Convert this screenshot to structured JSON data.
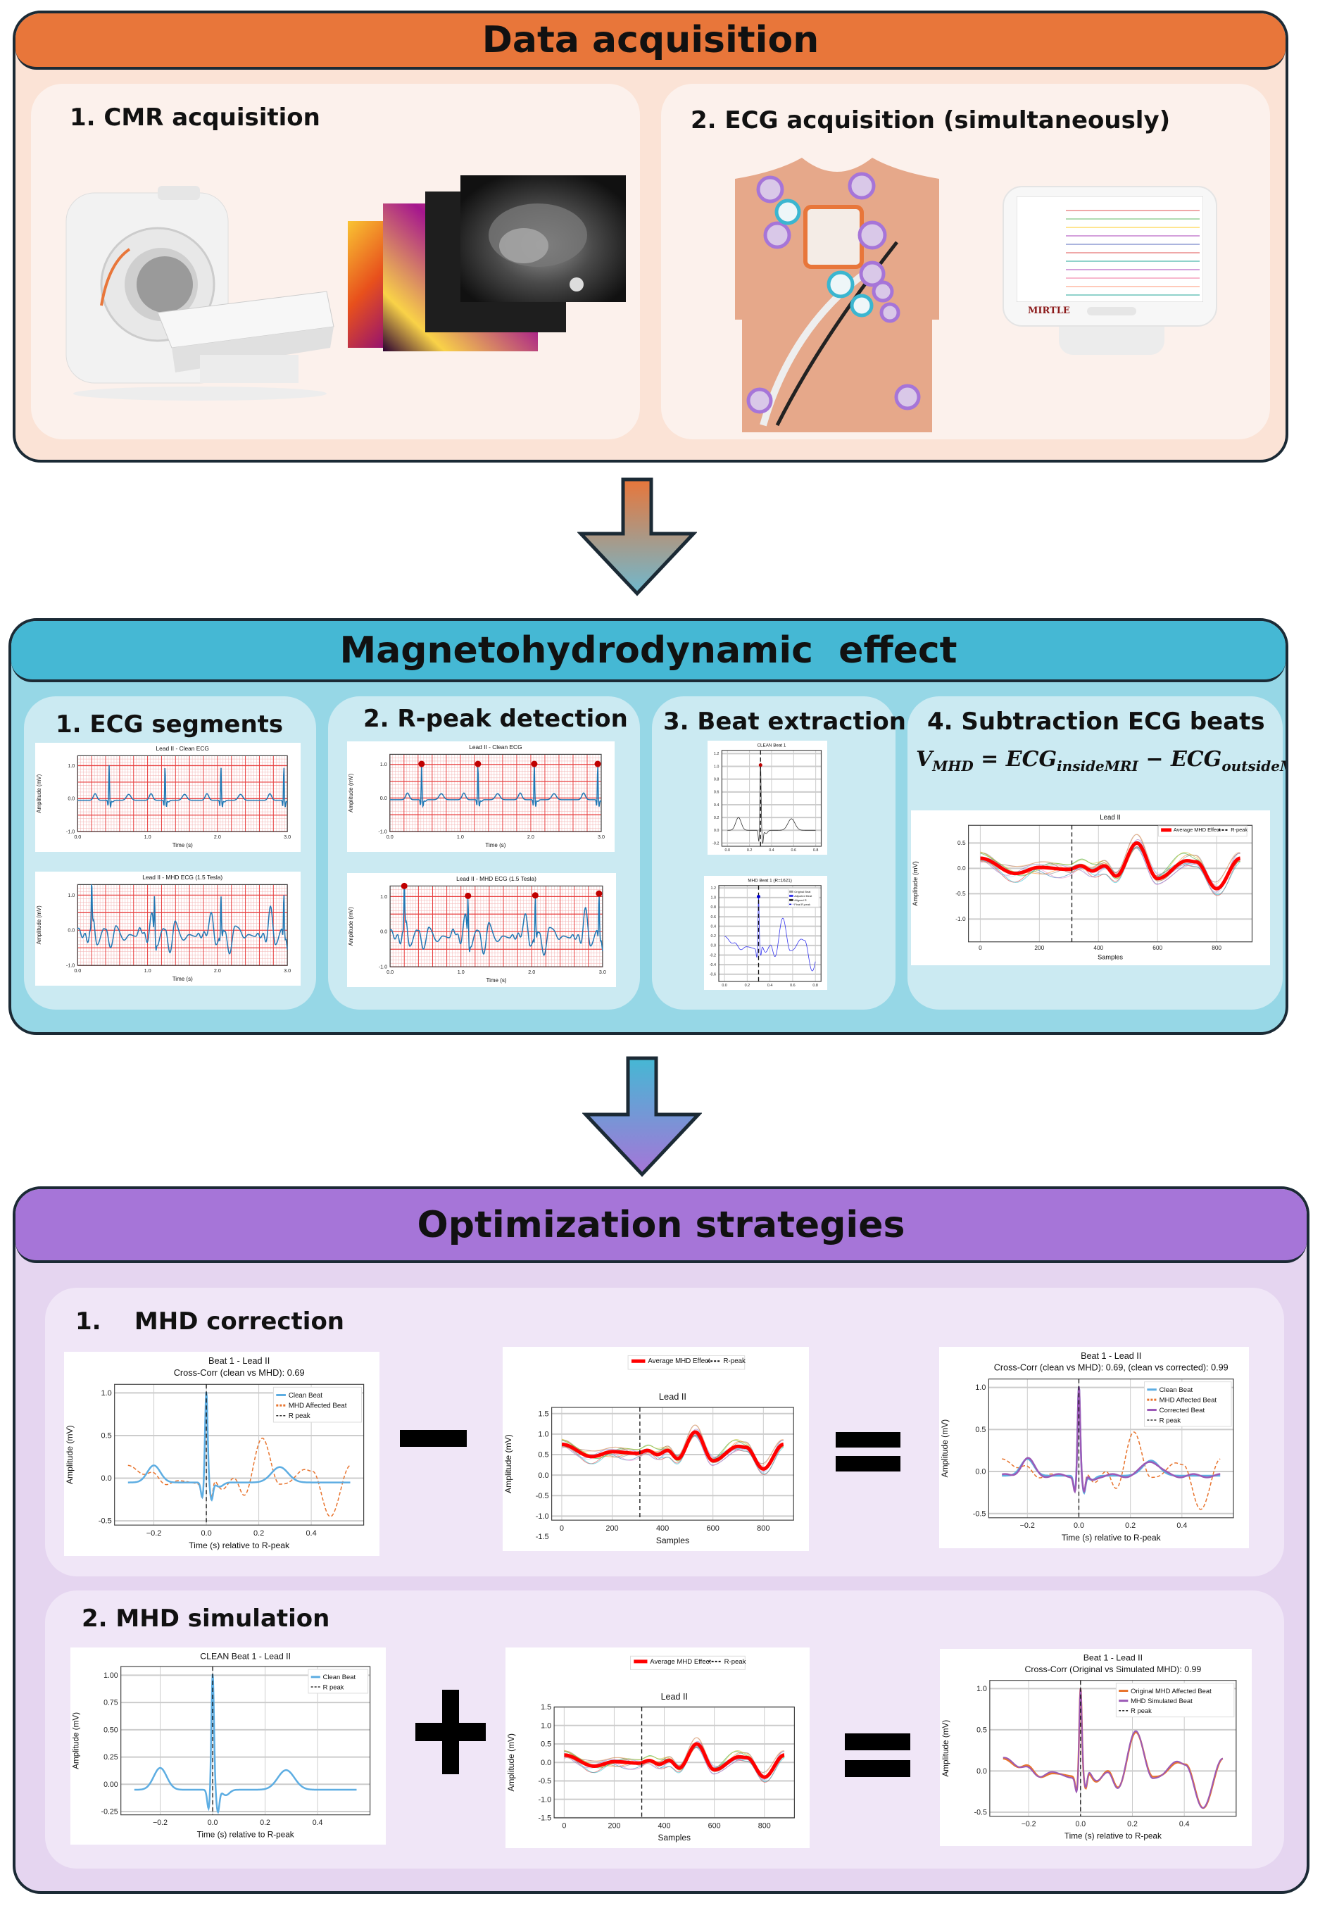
{
  "sections": {
    "acquisition": {
      "title": "Data acquisition",
      "panel1_title": "1. CMR acquisition",
      "panel2_title": "2. ECG acquisition (simultaneously)",
      "monitor_logo": "MIRTLE",
      "colors": {
        "header": "#E8763A",
        "body": "#FBE3D6",
        "panel": "#FCF1EC"
      }
    },
    "mhd": {
      "title": "Magnetohydrodynamic  effect",
      "panels": [
        "1. ECG segments",
        "2. R-peak detection",
        "3. Beat extraction",
        "4. Subtraction ECG beats"
      ],
      "formula": {
        "lhs": "V",
        "lhs_sub": "MHD",
        "eq": " = ",
        "t1": "ECG",
        "t1_sub": "insideMRI",
        "minus": " − ",
        "t2": "ECG",
        "t2_sub": "outsideMRI"
      },
      "colors": {
        "header": "#45B8D4",
        "body": "#96D7E6",
        "panel": "#CBEAF2"
      }
    },
    "optimization": {
      "title": "Optimization strategies",
      "row1_title": "1.    MHD correction",
      "row2_title": "2. MHD simulation",
      "colors": {
        "header": "#A675D8",
        "body": "#E5D5F0",
        "panel": "#F0E6F7"
      }
    }
  },
  "chart_data": [
    {
      "id": "ecg-clean",
      "type": "line",
      "titles": [
        "Lead II - Clean ECG"
      ],
      "xlabel": "Time (s)",
      "ylabel": "Amplitude (mV)",
      "xlim": [
        0,
        3
      ],
      "ylim": [
        -1,
        1.3
      ],
      "xticks": [
        0,
        1,
        2,
        3
      ],
      "xticklabels": [
        "0.0",
        "1.0",
        "2.0",
        "3.0"
      ],
      "yticks": [
        -1,
        0,
        1
      ],
      "yticklabels": [
        "-1.0",
        "0.0",
        "1.0"
      ],
      "grid": "ecg",
      "series": [
        {
          "kind": "strip_clean",
          "color": "#1f77b4"
        }
      ]
    },
    {
      "id": "ecg-mhd",
      "type": "line",
      "titles": [
        "Lead II - MHD ECG (1.5 Tesla)"
      ],
      "xlabel": "Time (s)",
      "ylabel": "Amplitude (mV)",
      "xlim": [
        0,
        3
      ],
      "ylim": [
        -1,
        1.3
      ],
      "xticks": [
        0,
        1,
        2,
        3
      ],
      "xticklabels": [
        "0.0",
        "1.0",
        "2.0",
        "3.0"
      ],
      "yticks": [
        -1,
        0,
        1
      ],
      "yticklabels": [
        "-1.0",
        "0.0",
        "1.0"
      ],
      "grid": "ecg",
      "series": [
        {
          "kind": "strip_mhd",
          "color": "#1f77b4"
        }
      ]
    },
    {
      "id": "rpeak-clean",
      "type": "line",
      "titles": [
        "Lead II - Clean ECG"
      ],
      "xlabel": "Time (s)",
      "ylabel": "Amplitude (mV)",
      "xlim": [
        0,
        3
      ],
      "ylim": [
        -1,
        1.3
      ],
      "xticks": [
        0,
        1,
        2,
        3
      ],
      "xticklabels": [
        "0.0",
        "1.0",
        "2.0",
        "3.0"
      ],
      "yticks": [
        -1,
        0,
        1
      ],
      "yticklabels": [
        "-1.0",
        "0.0",
        "1.0"
      ],
      "grid": "ecg",
      "series": [
        {
          "kind": "strip_clean",
          "color": "#1f77b4"
        }
      ],
      "peaks": "clean"
    },
    {
      "id": "rpeak-mhd",
      "type": "line",
      "titles": [
        "Lead II - MHD ECG (1.5 Tesla)"
      ],
      "xlabel": "Time (s)",
      "ylabel": "Amplitude (mV)",
      "xlim": [
        0,
        3
      ],
      "ylim": [
        -1,
        1.3
      ],
      "xticks": [
        0,
        1,
        2,
        3
      ],
      "xticklabels": [
        "0.0",
        "1.0",
        "2.0",
        "3.0"
      ],
      "yticks": [
        -1,
        0,
        1
      ],
      "yticklabels": [
        "-1.0",
        "0.0",
        "1.0"
      ],
      "grid": "ecg",
      "series": [
        {
          "kind": "strip_mhd",
          "color": "#1f77b4"
        }
      ],
      "peaks": "mhd"
    },
    {
      "id": "beat-clean-small",
      "type": "line",
      "titles": [
        "CLEAN Beat 1"
      ],
      "xlabel": "",
      "ylabel": "",
      "xlim": [
        -0.05,
        0.85
      ],
      "ylim": [
        -0.25,
        1.25
      ],
      "xticks": [
        0,
        0.2,
        0.4,
        0.6,
        0.8
      ],
      "xticklabels": [
        "0.0",
        "0.2",
        "0.4",
        "0.6",
        "0.8"
      ],
      "yticks": [
        -0.2,
        0,
        0.2,
        0.4,
        0.6,
        0.8,
        1.0,
        1.2
      ],
      "yticklabels": [
        "-0.2",
        "0.0",
        "0.2",
        "0.4",
        "0.6",
        "0.8",
        "1.0",
        "1.2"
      ],
      "grid": "plain",
      "small": true,
      "series": [
        {
          "kind": "beat_clean_shift",
          "color": "#333"
        }
      ],
      "rpeak": 0.3,
      "dot": {
        "x": 0.3,
        "color": "#c00000"
      }
    },
    {
      "id": "beat-mhd-small",
      "type": "line",
      "titles": [
        "MHD Beat 1 (R=1621)"
      ],
      "xlabel": "",
      "ylabel": "",
      "xlim": [
        -0.05,
        0.85
      ],
      "ylim": [
        -0.75,
        1.25
      ],
      "xticks": [
        0,
        0.2,
        0.4,
        0.6,
        0.8
      ],
      "xticklabels": [
        "0.0",
        "0.2",
        "0.4",
        "0.6",
        "0.8"
      ],
      "yticks": [
        -0.6,
        -0.4,
        -0.2,
        0,
        0.2,
        0.4,
        0.6,
        0.8,
        1.0,
        1.2
      ],
      "yticklabels": [
        "-0.6",
        "-0.4",
        "-0.2",
        "0.0",
        "0.2",
        "0.4",
        "0.6",
        "0.8",
        "1.0",
        "1.2"
      ],
      "grid": "plain",
      "small": true,
      "series": [
        {
          "kind": "beat_mhd_shift",
          "color": "#3333ee"
        }
      ],
      "rpeak": 0.3,
      "dot": {
        "x": 0.3,
        "color": "#0000cc"
      },
      "legend": [
        "Original Beat",
        "Adjusted Beat",
        "Aligned R",
        "Final R-peak"
      ]
    },
    {
      "id": "mhd-average",
      "type": "line",
      "titles": [
        "Lead II"
      ],
      "xlabel": "Samples",
      "ylabel": "Amplitude (mV)",
      "xlim": [
        -40,
        920
      ],
      "ylim": [
        -1.45,
        0.85
      ],
      "xticks": [
        0,
        200,
        400,
        600,
        800
      ],
      "xticklabels": [
        "0",
        "200",
        "400",
        "600",
        "800"
      ],
      "yticks": [
        -1,
        -0.5,
        0,
        0.5
      ],
      "yticklabels": [
        "-1.0",
        "-0.5",
        "0.0",
        "0.5"
      ],
      "grid": "plain",
      "series": [
        {
          "kind": "traces",
          "offset": 0
        },
        {
          "kind": "mhd_avg",
          "color": "#ff0000",
          "width": 5,
          "offset": 0,
          "name": "Average MHD Effect"
        }
      ],
      "rpeak": 310,
      "legend": [
        "Average MHD Effect",
        "R-peak"
      ],
      "legend_row": true
    },
    {
      "id": "beat-clean-vs-mhd",
      "type": "line",
      "titles": [
        "Beat 1 - Lead II",
        "Cross-Corr (clean vs MHD): 0.69"
      ],
      "xlabel": "Time (s) relative to R-peak",
      "ylabel": "Amplitude (mV)",
      "xlim": [
        -0.35,
        0.6
      ],
      "ylim": [
        -0.55,
        1.1
      ],
      "xticks": [
        -0.2,
        0,
        0.2,
        0.4
      ],
      "xticklabels": [
        "−0.2",
        "0.0",
        "0.2",
        "0.4"
      ],
      "yticks": [
        -0.5,
        0,
        0.5,
        1.0
      ],
      "yticklabels": [
        "-0.5",
        "0.0",
        "0.5",
        "1.0"
      ],
      "grid": "plain",
      "series": [
        {
          "kind": "beat_mhd",
          "color": "#E8742E",
          "dash": true
        },
        {
          "kind": "beat_clean",
          "color": "#5DADE2",
          "width": 2.5
        }
      ],
      "rpeak": 0,
      "legend": [
        "Clean Beat",
        "MHD Affected Beat",
        "R peak"
      ],
      "legend_colors": [
        "#5DADE2",
        "#E8742E",
        "#333"
      ]
    },
    {
      "id": "mhd-average-offset",
      "type": "line",
      "titles": [
        "Lead II"
      ],
      "xlabel": "Samples",
      "ylabel": "Amplitude (mV)",
      "xlim": [
        -40,
        920
      ],
      "ylim": [
        -1.1,
        1.65
      ],
      "xticks": [
        0,
        200,
        400,
        600,
        800
      ],
      "xticklabels": [
        "0",
        "200",
        "400",
        "600",
        "800"
      ],
      "yticks": [
        -1,
        -0.5,
        0,
        0.5,
        1.0,
        1.5
      ],
      "yticklabels": [
        "-1.0",
        "-0.5",
        "0.0",
        "0.5",
        "1.0",
        "1.5"
      ],
      "extra_label": "-1.5",
      "grid": "plain",
      "series": [
        {
          "kind": "traces",
          "offset": 0.55
        },
        {
          "kind": "mhd_avg",
          "color": "#ff0000",
          "width": 5,
          "offset": 0.55
        }
      ],
      "rpeak": 310,
      "legend": [
        "Average MHD Effect",
        "R-peak"
      ],
      "legend_row": true,
      "legend_outside": true
    },
    {
      "id": "beat-corrected",
      "type": "line",
      "titles": [
        "Beat 1 - Lead II",
        "Cross-Corr (clean vs MHD): 0.69, (clean vs corrected): 0.99"
      ],
      "xlabel": "Time (s) relative to R-peak",
      "ylabel": "Amplitude (mV)",
      "xlim": [
        -0.35,
        0.6
      ],
      "ylim": [
        -0.55,
        1.1
      ],
      "xticks": [
        -0.2,
        0,
        0.2,
        0.4
      ],
      "xticklabels": [
        "−0.2",
        "0.0",
        "0.2",
        "0.4"
      ],
      "yticks": [
        -0.5,
        0,
        0.5,
        1.0
      ],
      "yticklabels": [
        "-0.5",
        "0.0",
        "0.5",
        "1.0"
      ],
      "grid": "plain",
      "series": [
        {
          "kind": "beat_mhd",
          "color": "#E8742E",
          "dash": true
        },
        {
          "kind": "beat_clean",
          "color": "#5DADE2",
          "width": 2.5
        },
        {
          "kind": "beat_corrected",
          "color": "#9B59B6",
          "width": 2.5
        }
      ],
      "rpeak": 0,
      "legend": [
        "Clean Beat",
        "MHD Affected Beat",
        "Corrected Beat",
        "R peak"
      ],
      "legend_colors": [
        "#5DADE2",
        "#E8742E",
        "#9B59B6",
        "#333"
      ]
    },
    {
      "id": "clean-beat",
      "type": "line",
      "titles": [
        "CLEAN Beat 1  - Lead II"
      ],
      "xlabel": "Time (s) relative to R-peak",
      "ylabel": "Amplitude (mV)",
      "xlim": [
        -0.35,
        0.6
      ],
      "ylim": [
        -0.28,
        1.08
      ],
      "xticks": [
        -0.2,
        0,
        0.2,
        0.4
      ],
      "xticklabels": [
        "−0.2",
        "0.0",
        "0.2",
        "0.4"
      ],
      "yticks": [
        -0.25,
        0,
        0.25,
        0.5,
        0.75,
        1.0
      ],
      "yticklabels": [
        "-0.25",
        "0.00",
        "0.25",
        "0.50",
        "0.75",
        "1.00"
      ],
      "grid": "plain",
      "series": [
        {
          "kind": "beat_clean",
          "color": "#5DADE2",
          "width": 2.5
        }
      ],
      "rpeak": 0,
      "legend": [
        "Clean Beat",
        "R peak"
      ],
      "legend_colors": [
        "#5DADE2",
        "#333"
      ]
    },
    {
      "id": "mhd-average-2",
      "type": "line",
      "titles": [
        "Lead II"
      ],
      "xlabel": "Samples",
      "ylabel": "Amplitude (mV)",
      "xlim": [
        -40,
        920
      ],
      "ylim": [
        -1.5,
        1.5
      ],
      "xticks": [
        0,
        200,
        400,
        600,
        800
      ],
      "xticklabels": [
        "0",
        "200",
        "400",
        "600",
        "800"
      ],
      "yticks": [
        -1.5,
        -1,
        -0.5,
        0,
        0.5,
        1.0,
        1.5
      ],
      "yticklabels": [
        "-1.5",
        "-1.0",
        "-0.5",
        "0.0",
        "0.5",
        "1.0",
        "1.5"
      ],
      "grid": "plain",
      "series": [
        {
          "kind": "traces",
          "offset": 0
        },
        {
          "kind": "mhd_avg",
          "color": "#ff0000",
          "width": 5,
          "offset": 0
        }
      ],
      "rpeak": 310,
      "legend": [
        "Average MHD Effect",
        "R-peak"
      ],
      "legend_row": true,
      "legend_outside": true
    },
    {
      "id": "beat-simulated",
      "type": "line",
      "titles": [
        "Beat 1 - Lead II",
        "Cross-Corr (Original vs Simulated MHD): 0.99"
      ],
      "xlabel": "Time (s) relative to R-peak",
      "ylabel": "Amplitude (mV)",
      "xlim": [
        -0.35,
        0.6
      ],
      "ylim": [
        -0.55,
        1.1
      ],
      "xticks": [
        -0.2,
        0,
        0.2,
        0.4
      ],
      "xticklabels": [
        "−0.2",
        "0.0",
        "0.2",
        "0.4"
      ],
      "yticks": [
        -0.5,
        0,
        0.5,
        1.0
      ],
      "yticklabels": [
        "-0.5",
        "0.0",
        "0.5",
        "1.0"
      ],
      "grid": "plain",
      "series": [
        {
          "kind": "beat_mhd",
          "color": "#E8742E",
          "width": 2.5
        },
        {
          "kind": "beat_sim",
          "color": "#9B59B6",
          "width": 2
        }
      ],
      "rpeak": 0,
      "legend": [
        "Original MHD Affected Beat",
        "MHD Simulated Beat",
        "R peak"
      ],
      "legend_colors": [
        "#E8742E",
        "#9B59B6",
        "#333"
      ]
    }
  ]
}
